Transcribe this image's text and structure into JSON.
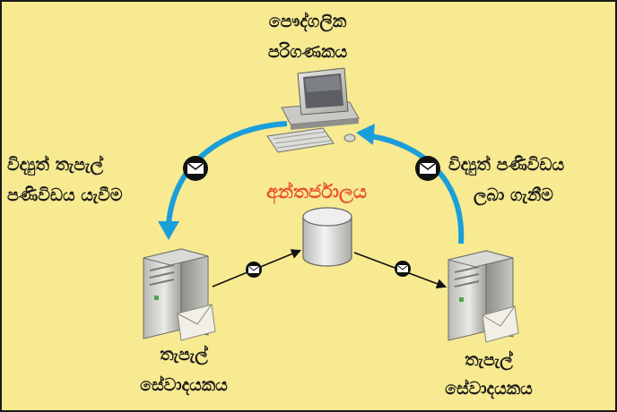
{
  "title": {
    "line1": "පෞද්ගලික",
    "line2": "පරිගණකය"
  },
  "internet_label": "අන්තර්ජාලය",
  "left_arrow_label": {
    "line1": "විද්‍යුත් තැපැල්",
    "line2": "පණිවිඩය යැවීම"
  },
  "right_arrow_label": {
    "line1": "විද්‍යුත් පණිවිඩය",
    "line2": "ලබා ගැනීම"
  },
  "left_server_label": {
    "line1": "තැපැල්",
    "line2": "සේවාදයකය"
  },
  "right_server_label": {
    "line1": "තැපැල්",
    "line2": "සේවාදයකය"
  },
  "colors": {
    "background": "#f7ea91",
    "arrow_blue": "#1a9fdb",
    "internet_text": "#e8502e",
    "mail_badge": "#111111"
  },
  "icons": [
    "desktop-computer-icon",
    "mail-server-icon",
    "mail-server-icon",
    "database-cylinder-icon",
    "envelope-icon"
  ]
}
